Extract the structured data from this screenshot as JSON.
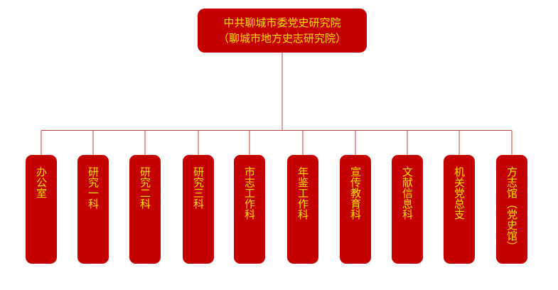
{
  "colors": {
    "box": "#c40000",
    "text": "#ffe000",
    "line": "#c44040"
  },
  "root": {
    "line1": "中共聊城市委党史研究院",
    "line2": "（聊城市地方史志研究院）"
  },
  "children": [
    {
      "label": "办公室"
    },
    {
      "label": "研究一科"
    },
    {
      "label": "研究二科"
    },
    {
      "label": "研究三科"
    },
    {
      "label": "市志工作科"
    },
    {
      "label": "年鉴工作科"
    },
    {
      "label": "宣传教育科"
    },
    {
      "label": "文献信息科"
    },
    {
      "label": "机关党总支"
    },
    {
      "label": "方志馆（党史馆）"
    }
  ]
}
